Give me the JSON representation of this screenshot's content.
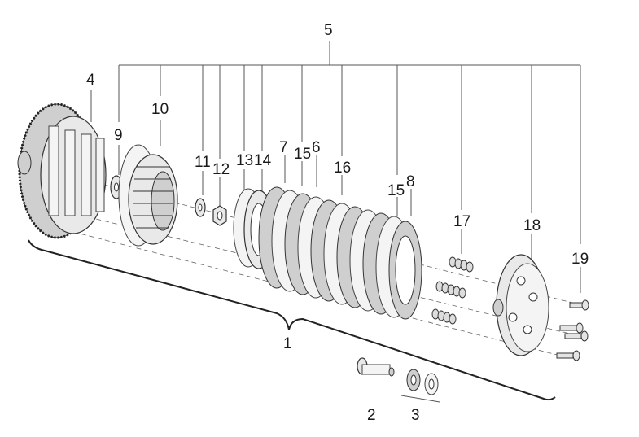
{
  "labels": {
    "l1": "1",
    "l2": "2",
    "l3": "3",
    "l4": "4",
    "l5": "5",
    "l6": "6",
    "l7": "7",
    "l8": "8",
    "l9": "9",
    "l10": "10",
    "l11": "11",
    "l12": "12",
    "l13": "13",
    "l14": "14",
    "l15a": "15",
    "l15b": "15",
    "l16": "16",
    "l17": "17",
    "l18": "18",
    "l19": "19"
  }
}
